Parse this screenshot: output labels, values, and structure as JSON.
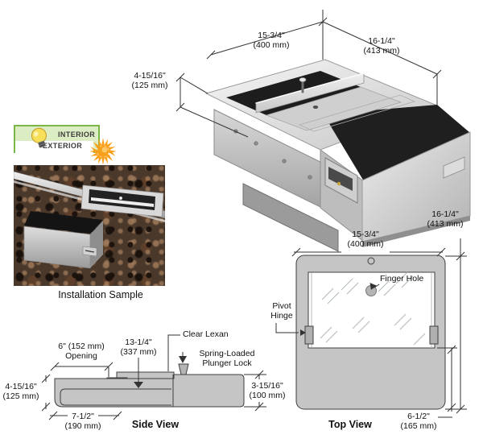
{
  "render3d": {
    "width_in": "15-3/4\"",
    "width_mm": "(400 mm)",
    "depth_in": "16-1/4\"",
    "depth_mm": "(413 mm)",
    "height_in": "4-15/16\"",
    "height_mm": "(125 mm)"
  },
  "badge": {
    "interior_label": "INTERIOR",
    "exterior_label": "EXTERIOR",
    "interior_icon": "lightbulb-icon",
    "exterior_icon": "sun-icon"
  },
  "installation": {
    "caption": "Installation Sample"
  },
  "side_view": {
    "title": "Side View",
    "opening_in": "6\" (152 mm)",
    "opening_word": "Opening",
    "length_in": "13-1/4\"",
    "length_mm": "(337 mm)",
    "lexan_label": "Clear Lexan",
    "plunger_line1": "Spring-Loaded",
    "plunger_line2": "Plunger Lock",
    "height_in": "4-15/16\"",
    "height_mm": "(125 mm)",
    "front_in": "7-1/2\"",
    "front_mm": "(190 mm)",
    "rear_in": "3-15/16\"",
    "rear_mm": "(100 mm)"
  },
  "top_view": {
    "title": "Top View",
    "depth_in": "16-1/4\"",
    "depth_mm": "(413 mm)",
    "width_in": "15-3/4\"",
    "width_mm": "(400 mm)",
    "finger_hole_label": "Finger Hole",
    "pivot_line1": "Pivot",
    "pivot_line2": "Hinge",
    "tray_in": "6-1/2\"",
    "tray_mm": "(165 mm)"
  },
  "colors": {
    "drawing_fill": "#c5c5c5",
    "drawing_stroke": "#3f3f3f",
    "badge_green": "#7ab648",
    "badge_bg": "#dcedc3",
    "sun_orange": "#f9a01b",
    "bulb_yellow": "#f5d43e"
  }
}
